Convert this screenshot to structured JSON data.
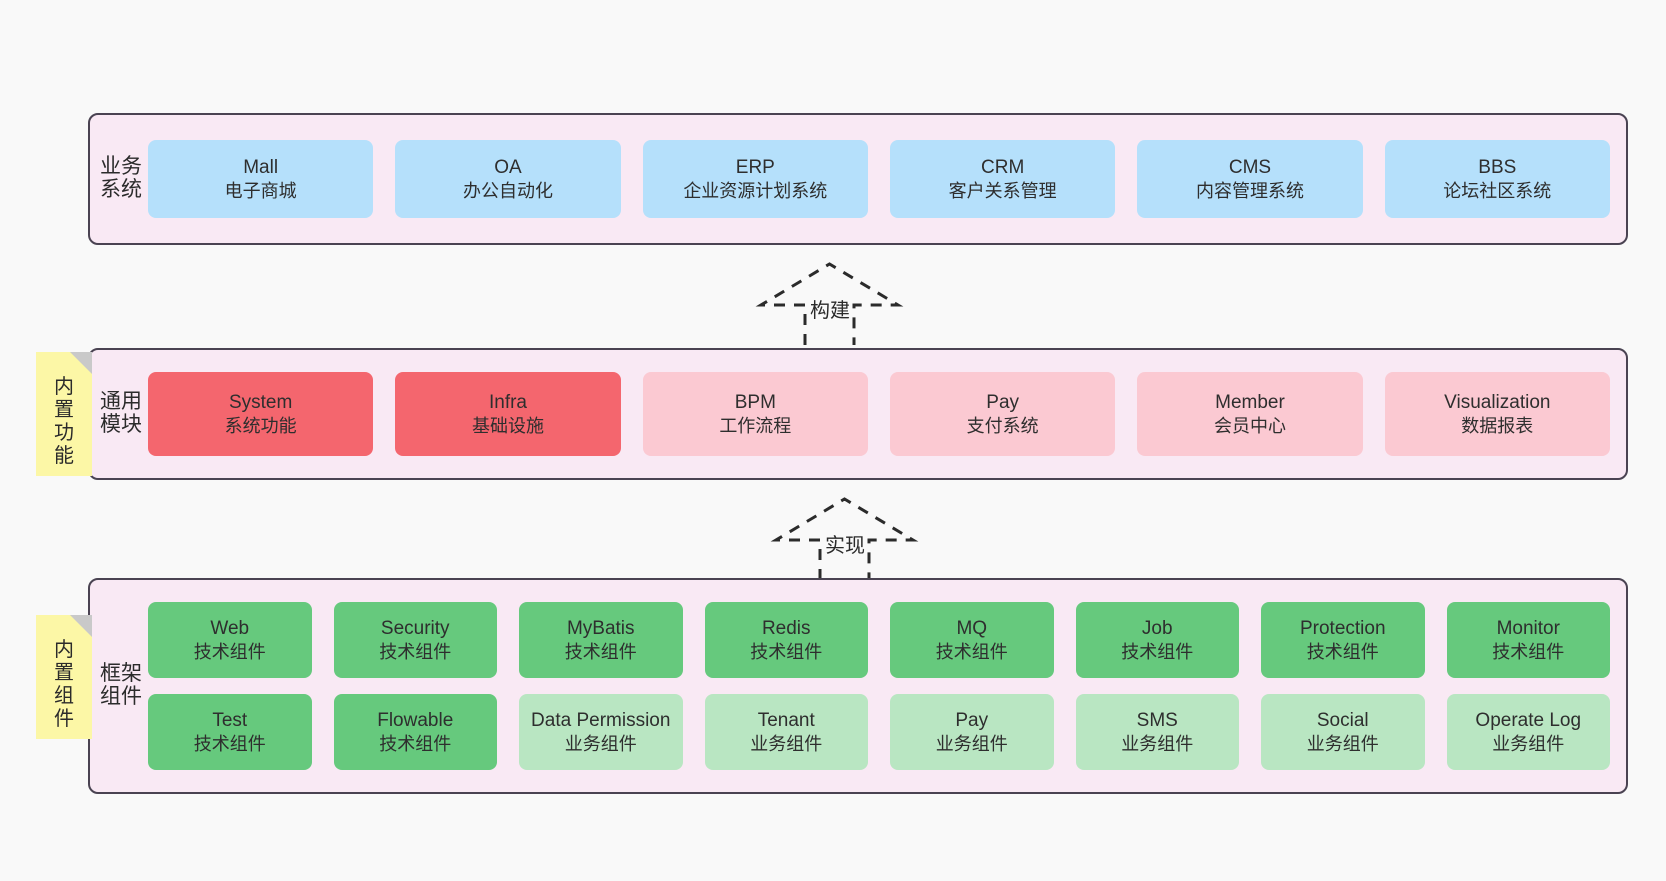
{
  "diagram": {
    "title": "yudao-cloud architecture layers",
    "colors": {
      "panel_bg": "#f9e9f4",
      "panel_border": "#4a4352",
      "blue": "#b5e0fb",
      "red": "#f4666e",
      "pink": "#fbc9d2",
      "green": "#66c97d",
      "light_green": "#b9e6c2",
      "note_yellow": "#fcf7a6",
      "canvas": "#f9f9f9"
    }
  },
  "layers": [
    {
      "id": "business-system",
      "title": "业务系统",
      "rows": [
        {
          "style": "blue",
          "cards": [
            {
              "name": "Mall",
              "sub": "电子商城"
            },
            {
              "name": "OA",
              "sub": "办公自动化"
            },
            {
              "name": "ERP",
              "sub": "企业资源计划系统"
            },
            {
              "name": "CRM",
              "sub": "客户关系管理"
            },
            {
              "name": "CMS",
              "sub": "内容管理系统"
            },
            {
              "name": "BBS",
              "sub": "论坛社区系统"
            }
          ]
        }
      ]
    },
    {
      "id": "common-module",
      "title": "通用模块",
      "note": "内置功能",
      "rows": [
        {
          "style": "mixed",
          "cards": [
            {
              "name": "System",
              "sub": "系统功能",
              "style": "red"
            },
            {
              "name": "Infra",
              "sub": "基础设施",
              "style": "red"
            },
            {
              "name": "BPM",
              "sub": "工作流程",
              "style": "pink"
            },
            {
              "name": "Pay",
              "sub": "支付系统",
              "style": "pink"
            },
            {
              "name": "Member",
              "sub": "会员中心",
              "style": "pink"
            },
            {
              "name": "Visualization",
              "sub": "数据报表",
              "style": "pink"
            }
          ]
        }
      ]
    },
    {
      "id": "framework-component",
      "title": "框架组件",
      "note": "内置组件",
      "rows": [
        {
          "style": "green",
          "cards": [
            {
              "name": "Web",
              "sub": "技术组件",
              "style": "green"
            },
            {
              "name": "Security",
              "sub": "技术组件",
              "style": "green"
            },
            {
              "name": "MyBatis",
              "sub": "技术组件",
              "style": "green"
            },
            {
              "name": "Redis",
              "sub": "技术组件",
              "style": "green"
            },
            {
              "name": "MQ",
              "sub": "技术组件",
              "style": "green"
            },
            {
              "name": "Job",
              "sub": "技术组件",
              "style": "green"
            },
            {
              "name": "Protection",
              "sub": "技术组件",
              "style": "green"
            },
            {
              "name": "Monitor",
              "sub": "技术组件",
              "style": "green"
            }
          ]
        },
        {
          "style": "mixed",
          "cards": [
            {
              "name": "Test",
              "sub": "技术组件",
              "style": "green"
            },
            {
              "name": "Flowable",
              "sub": "技术组件",
              "style": "green"
            },
            {
              "name": "Data Permission",
              "sub": "业务组件",
              "style": "lgreen"
            },
            {
              "name": "Tenant",
              "sub": "业务组件",
              "style": "lgreen"
            },
            {
              "name": "Pay",
              "sub": "业务组件",
              "style": "lgreen"
            },
            {
              "name": "SMS",
              "sub": "业务组件",
              "style": "lgreen"
            },
            {
              "name": "Social",
              "sub": "业务组件",
              "style": "lgreen"
            },
            {
              "name": "Operate Log",
              "sub": "业务组件",
              "style": "lgreen"
            }
          ]
        }
      ]
    }
  ],
  "connectors": [
    {
      "id": "build",
      "label": "构建"
    },
    {
      "id": "implement",
      "label": "实现"
    }
  ]
}
